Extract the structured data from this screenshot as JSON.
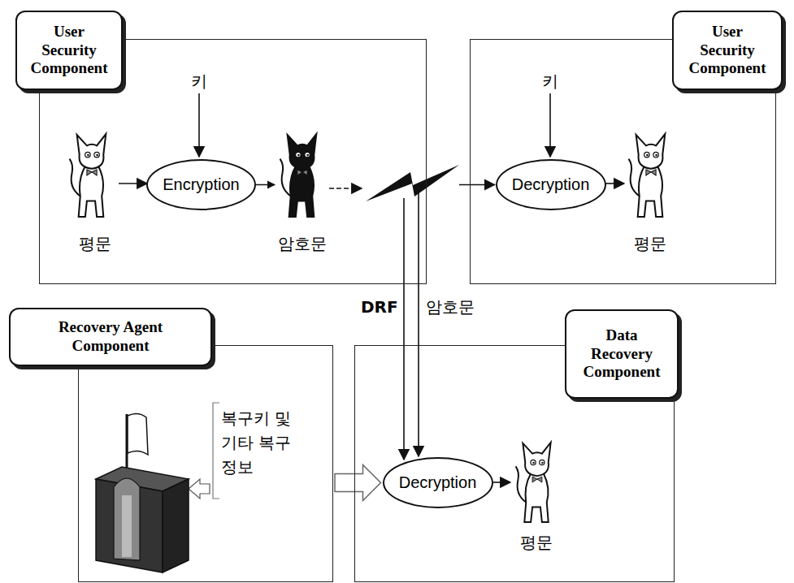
{
  "diagram": {
    "nodes": [
      {
        "text": [
          "User Security Component"
        ]
      },
      {
        "text": [
          "Encryption"
        ],
        "in": 0
      },
      {
        "text": [
          "User Security Component"
        ]
      },
      {
        "text": [
          "Decryption"
        ],
        "in": 2
      },
      {
        "text": [
          "Recovery Agent Component"
        ]
      },
      {
        "text": [
          "Data Recovery Component"
        ]
      },
      {
        "text": [
          "Decryption"
        ],
        "in": 5
      }
    ],
    "edges": [
      {
        "from": 1,
        "to": 3,
        "arrow": "to"
      },
      {
        "from": 4,
        "to": 6,
        "arrow": "to"
      }
    ],
    "labels": [
      "키",
      "평문",
      "암호문",
      "키",
      "평문",
      "DRF",
      "암호문",
      "복구키 및 기타 복구정보",
      "평문"
    ]
  }
}
